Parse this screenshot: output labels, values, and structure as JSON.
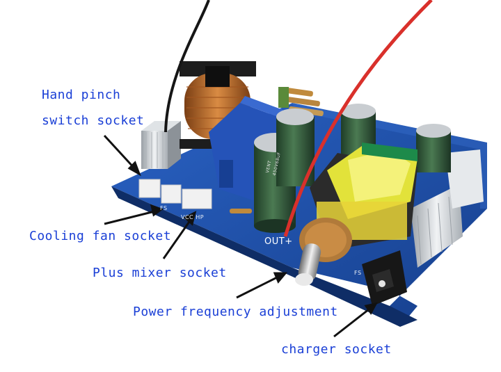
{
  "labels": {
    "hand_pinch_line1": "Hand pinch",
    "hand_pinch_line2": "switch socket",
    "cooling_fan": "Cooling fan socket",
    "plus_mixer": "Plus mixer socket",
    "power_frequency": "Power frequency adjustment",
    "charger": "charger socket"
  },
  "board_print": {
    "out_plus": "OUT+",
    "vcc_hp": "VCC HP",
    "fs_left": "FS",
    "fs_right": "FS",
    "cap_text1": "VENT",
    "cap_text2": "450V68uF"
  },
  "colors": {
    "label_text": "#1a3fd6",
    "board": "#1c4fa8",
    "capacitor": "#2f5a39",
    "transformer_core": "#2b2b2b",
    "transformer_coil": "#e2e23a",
    "trimmer": "#2553b8",
    "wire_red": "#d9302b",
    "wire_black": "#161616"
  }
}
